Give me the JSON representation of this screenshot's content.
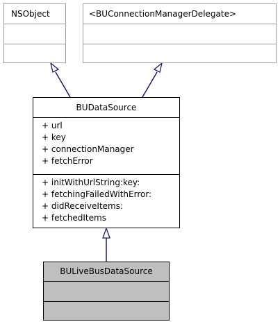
{
  "classes": {
    "nsobject": {
      "name": "NSObject"
    },
    "delegate": {
      "name": "<BUConnectionManagerDelegate>"
    },
    "datasource": {
      "name": "BUDataSource",
      "attributes": [
        "+ url",
        "+ key",
        "+ connectionManager",
        "+ fetchError"
      ],
      "methods": [
        "+ initWithUrlString:key:",
        "+ fetchingFailedWithError:",
        "+ didReceiveItems:",
        "+ fetchedItems"
      ]
    },
    "livebus": {
      "name": "BULiveBusDataSource"
    }
  },
  "colors": {
    "arrow": "#191970",
    "border_faded": "#9f9f9f",
    "highlight_fill": "#bfbfbf"
  }
}
